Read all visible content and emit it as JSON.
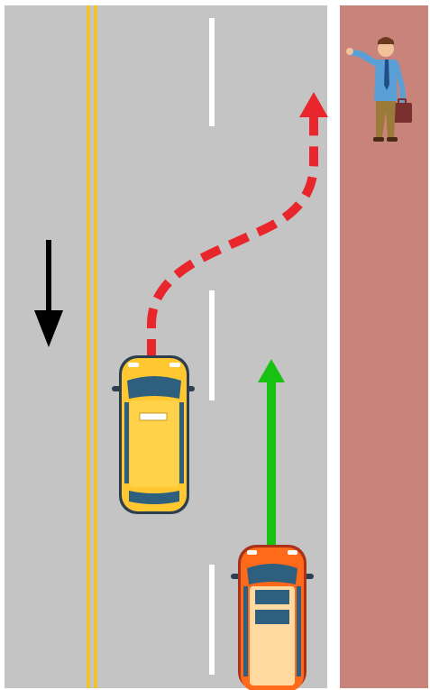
{
  "scene": {
    "road_color": "#c4c4c4",
    "sidewalk_color": "#c8847a",
    "curb_color": "#ffffff",
    "center_line_color": "#f2c233",
    "lane_marking_color": "#ffffff"
  },
  "arrows": {
    "traffic_direction": {
      "color": "#000000",
      "direction": "down",
      "icon": "arrow-down-icon"
    },
    "taxi_path": {
      "color": "#e8262b",
      "style": "dashed",
      "icon": "curved-dashed-arrow-icon"
    },
    "car_path": {
      "color": "#18c212",
      "direction": "up",
      "icon": "arrow-up-icon"
    }
  },
  "vehicles": {
    "taxi": {
      "body_color": "#ffc830",
      "icon": "taxi-icon"
    },
    "car": {
      "body_color": "#ff6a1a",
      "icon": "car-icon"
    }
  },
  "pedestrian": {
    "shirt_color": "#5aa0d6",
    "pants_color": "#9b7a3a",
    "icon": "person-hailing-icon"
  }
}
